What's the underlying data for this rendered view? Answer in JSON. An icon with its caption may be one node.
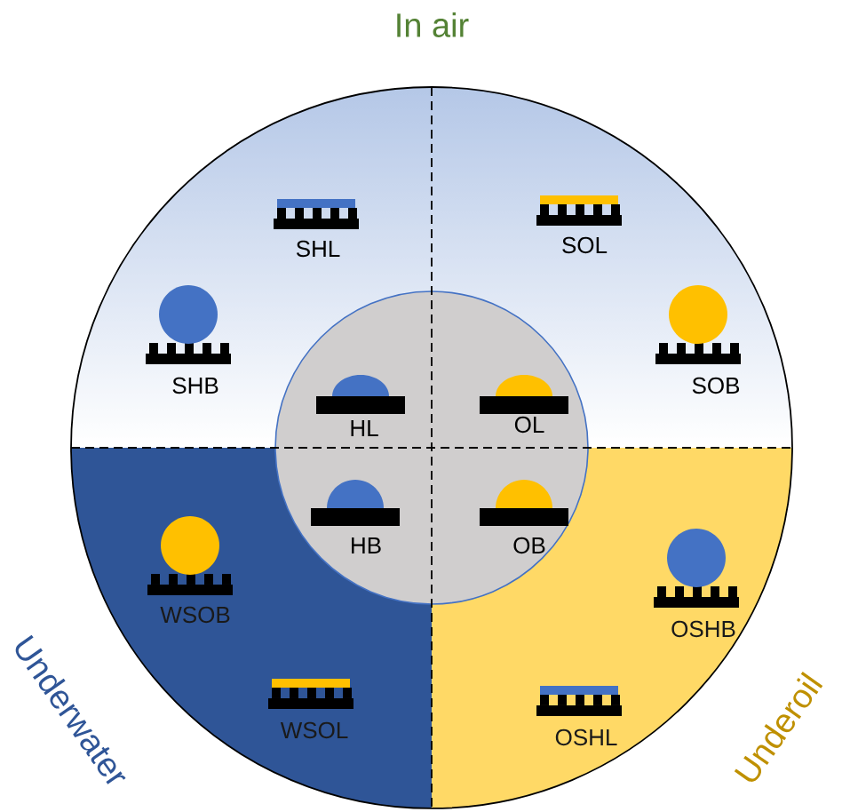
{
  "diagram": {
    "labels": [
      "In air",
      "SHL",
      "SOL",
      "SHB",
      "SOB",
      "HL",
      "OL",
      "HB",
      "OB",
      "WSOB",
      "OSHB",
      "WSOL",
      "OSHL",
      "Underwater",
      "Underoil"
    ]
  }
}
